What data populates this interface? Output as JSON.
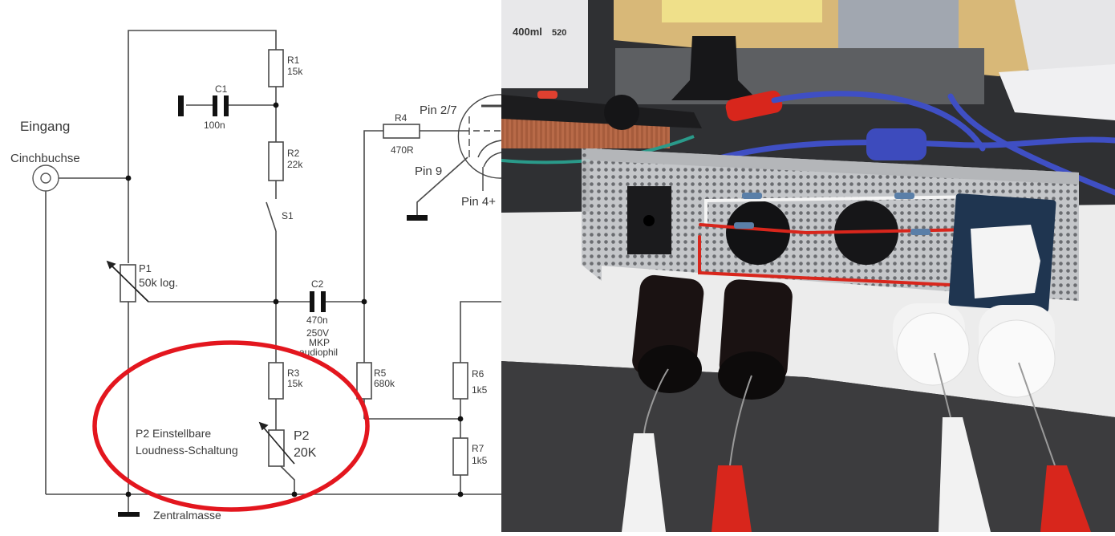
{
  "schematic": {
    "input_title": "Eingang",
    "input_connector": "Cinchbuchse",
    "ground_label": "Zentralmasse",
    "components": {
      "C1": {
        "ref": "C1",
        "value": "100n"
      },
      "R1": {
        "ref": "R1",
        "value": "15k"
      },
      "R2": {
        "ref": "R2",
        "value": "22k"
      },
      "S1": {
        "ref": "S1"
      },
      "P1": {
        "ref": "P1",
        "value": "50k log."
      },
      "C2": {
        "ref": "C2",
        "value": "470n",
        "rating": "250V",
        "type": "MKP",
        "note": "audiophil"
      },
      "R3": {
        "ref": "R3",
        "value": "15k"
      },
      "R4": {
        "ref": "R4",
        "value": "470R"
      },
      "R5": {
        "ref": "R5",
        "value": "680k"
      },
      "R6": {
        "ref": "R6",
        "value": "1k5"
      },
      "R7": {
        "ref": "R7",
        "value": "1k5"
      },
      "P2": {
        "ref": "P2",
        "value": "20K"
      }
    },
    "tube_pins": {
      "grid": "Pin 2/7",
      "shield": "Pin 9",
      "heater": "Pin 4+"
    },
    "annotation": {
      "line1": "P2 Einstellbare",
      "line2": "Loudness-Schaltung",
      "highlight_color": "#e3161e"
    }
  },
  "photo": {
    "description": "Perforated aluminium chassis with tube sockets, rotary potentiometer, ALPS volume pot, two black electrolytic capacitors and two white capacitors clipped with test leads",
    "can_label": "400ml",
    "can_code": "520",
    "colors": {
      "wire_red": "#d8261c",
      "cable_blue": "#3f4fc4",
      "chassis": "#bfc1c4",
      "towel": "#ececec",
      "pot_blue": "#1f3550"
    }
  }
}
